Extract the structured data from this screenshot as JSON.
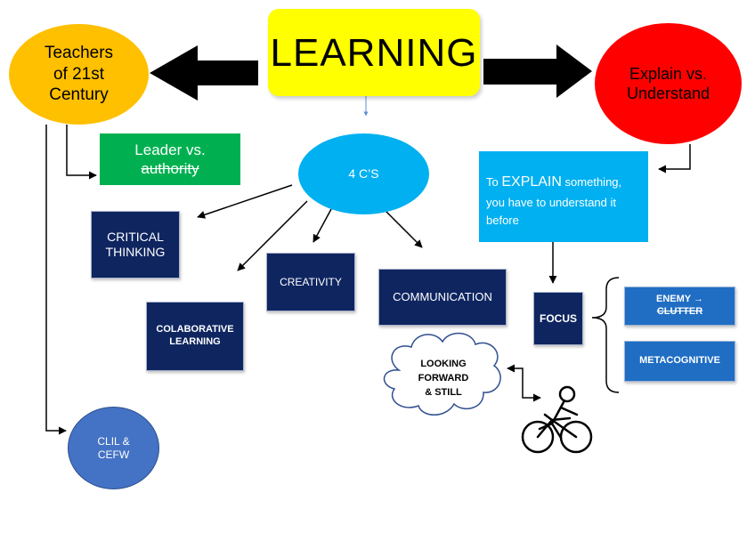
{
  "title": "LEARNING",
  "teachers": "Teachers\nof 21st\nCentury",
  "explain": "Explain vs.\nUnderstand",
  "leader": {
    "line1": "Leader vs.",
    "line2": "authority"
  },
  "four_cs": "4 C’S",
  "explain_box": {
    "lead": "To ",
    "caps": "EXPLAIN",
    "rest": " something, you have to understand it before"
  },
  "critical": "CRITICAL\nTHINKING",
  "creativity": "CREATIVITY",
  "communication": "COMMUNICATION",
  "colaborative": "COLABORATIVE\nLEARNING",
  "focus": "FOCUS",
  "enemy": {
    "line1": "ENEMY →",
    "line2": "CLUTTER"
  },
  "metacognitive": "METACOGNITIVE",
  "looking": "LOOKING\nFORWARD\n& STILL",
  "clil": "CLIL &\nCEFW",
  "colors": {
    "learning": "#ffff00",
    "teachers": "#ffc000",
    "explain": "#ff0000",
    "leader": "#00b050",
    "four_cs": "#00b0f0",
    "explain_box": "#00b0f0",
    "navy": "#0e2560",
    "blue_box": "#1f6ec3",
    "clil": "#4472c4"
  },
  "icons": [
    "big-left-arrow-icon",
    "big-right-arrow-icon",
    "cloud-icon",
    "cyclist-icon",
    "brace-icon"
  ]
}
